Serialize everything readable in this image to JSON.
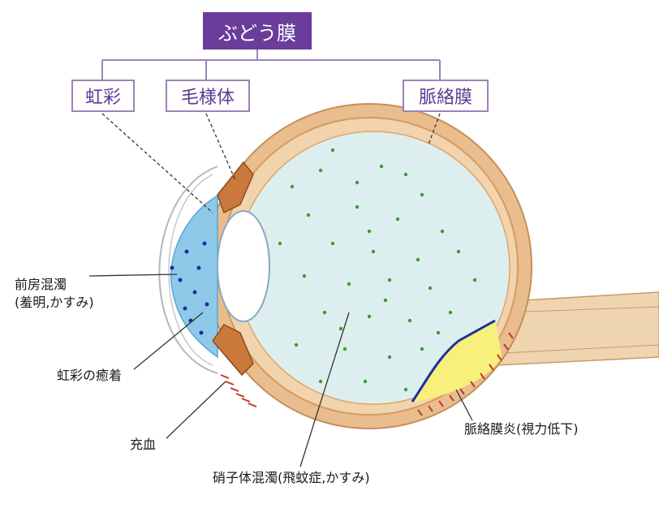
{
  "tree": {
    "root": "ぶどう膜",
    "parts": [
      "虹彩",
      "毛様体",
      "脈絡膜"
    ]
  },
  "labels": {
    "anterior_line1": "前房混濁",
    "anterior_line2": "(羞明,かすみ)",
    "iris_adhesion": "虹彩の癒着",
    "hyperemia": "充血",
    "vitreous": "硝子体混濁(飛蚊症,かすみ)",
    "choroiditis": "脈絡膜炎(視力低下)"
  },
  "caption": "",
  "colors": {
    "root_fill": "#6a3d9a",
    "box_border": "#9c83b8",
    "box_text": "#5d3a8f",
    "wall": "#e3b482",
    "vitreous_fill": "#dcefee",
    "anterior_chamber": "#8ec9ea",
    "floaters": "#3d9b2f",
    "lesion": "#f7f07a",
    "lesion_edge": "#1d2f9b",
    "hatch": "#c0392b"
  }
}
